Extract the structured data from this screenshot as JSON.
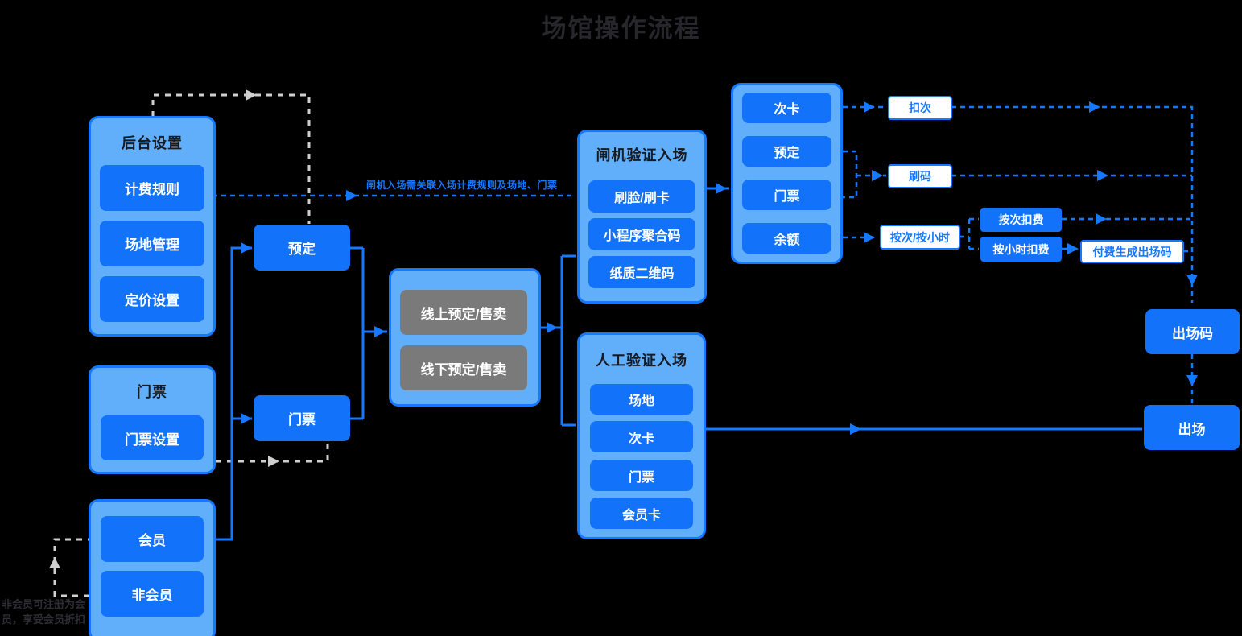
{
  "title": "场馆操作流程",
  "colors": {
    "background": "#000000",
    "accent_blue": "#1677FF",
    "container_fill": "#61AEFA",
    "box_blue": "#1372FA",
    "box_gray": "#7A7A7A",
    "line_gray": "#CFCFCF",
    "dark_text": "#26262b"
  },
  "groups": {
    "backstage": {
      "title": "后台设置",
      "items": [
        "计费规则",
        "场地管理",
        "定价设置"
      ]
    },
    "ticket_setup": {
      "title": "门票",
      "items": [
        "门票设置"
      ]
    },
    "member": {
      "items": [
        "会员",
        "非会员"
      ]
    },
    "sales": {
      "items": [
        "线上预定/售卖",
        "线下预定/售卖"
      ]
    },
    "gate_entry": {
      "title": "闸机验证入场",
      "items": [
        "刷脸/刷卡",
        "小程序聚合码",
        "纸质二维码"
      ]
    },
    "manual_entry": {
      "title": "人工验证入场",
      "items": [
        "场地",
        "次卡",
        "门票",
        "会员卡"
      ]
    },
    "verify": {
      "items": [
        "次卡",
        "预定",
        "门票",
        "余额"
      ]
    }
  },
  "nodes": {
    "reserve": "预定",
    "ticket": "门票",
    "deduct_count": "扣次",
    "scan_code": "刷码",
    "per_count_or_hour": "按次/按小时",
    "per_count_fee": "按次扣费",
    "per_hour_fee": "按小时扣费",
    "pay_generate_exit_code": "付费生成出场码",
    "exit_code": "出场码",
    "exit": "出场"
  },
  "annotations": {
    "gate_note": "闸机入场需关联入场计费规则及场地、门票",
    "member_note_line1": "非会员可注册为会",
    "member_note_line2": "员，享受会员折扣"
  },
  "edges": [
    {
      "from": "后台设置",
      "to": "预定",
      "style": "dashed-gray"
    },
    {
      "from": "计费规则",
      "to": "闸机验证入场",
      "style": "dashed-blue",
      "label": "闸机入场需关联入场计费规则及场地、门票"
    },
    {
      "from": "门票(容器)",
      "to": "门票",
      "style": "dashed-gray"
    },
    {
      "from": "非会员",
      "to": "会员",
      "style": "dashed-gray"
    },
    {
      "from": "会员",
      "to": "预定,门票",
      "style": "solid-blue"
    },
    {
      "from": "预定,门票",
      "to": "线上/线下预定售卖",
      "style": "solid-blue"
    },
    {
      "from": "线上/线下预定售卖",
      "to": "闸机验证入场,人工验证入场",
      "style": "solid-blue"
    },
    {
      "from": "闸机验证入场",
      "to": "次卡/预定/门票/余额",
      "style": "solid-blue"
    },
    {
      "from": "次卡",
      "to": "扣次",
      "style": "dashed-blue"
    },
    {
      "from": "预定,门票",
      "to": "刷码",
      "style": "dashed-blue"
    },
    {
      "from": "余额",
      "to": "按次/按小时",
      "style": "dashed-blue"
    },
    {
      "from": "按次/按小时",
      "to": "按次扣费,按小时扣费",
      "style": "dashed-blue"
    },
    {
      "from": "按小时扣费",
      "to": "付费生成出场码",
      "style": "dashed-blue"
    },
    {
      "from": "扣次,刷码,按次扣费,付费生成出场码",
      "to": "出场码",
      "style": "dashed-blue"
    },
    {
      "from": "出场码",
      "to": "出场",
      "style": "dashed-blue"
    },
    {
      "from": "人工验证入场",
      "to": "出场",
      "style": "solid-blue"
    }
  ]
}
